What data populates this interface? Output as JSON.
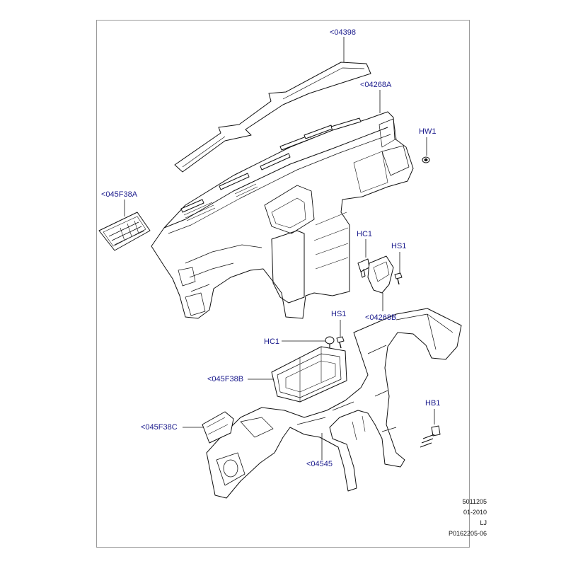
{
  "callouts": {
    "c04398": "<04398",
    "c04268A": "<04268A",
    "hw1": "HW1",
    "c045F38A": "<045F38A",
    "hc1_top": "HC1",
    "hs1_top": "HS1",
    "c04268B": "<04268B",
    "hs1_mid": "HS1",
    "hc1_mid": "HC1",
    "c045F38B": "<045F38B",
    "hb1": "HB1",
    "c045F38C": "<045F38C",
    "c04545": "<04545"
  },
  "meta": {
    "line1": "5011205",
    "line2": "01-2010",
    "line3": "LJ",
    "line4": "P0162205-06"
  },
  "colors": {
    "label": "#1a1a8c",
    "lines": "#111111",
    "part_fill": "#ffffff",
    "frame": "#9a9a9a"
  }
}
